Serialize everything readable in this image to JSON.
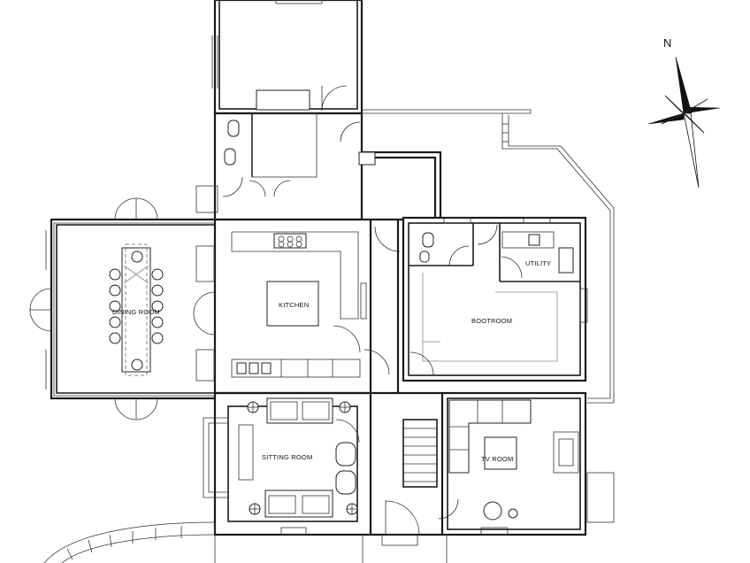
{
  "rooms": {
    "dining": "DINING ROOM",
    "kitchen": "KITCHEN",
    "bootroom": "BOOTROOM",
    "utility": "UTILITY",
    "sitting": "SITTING ROOM",
    "tv": "TV ROOM"
  },
  "compass": {
    "north_label": "N"
  }
}
